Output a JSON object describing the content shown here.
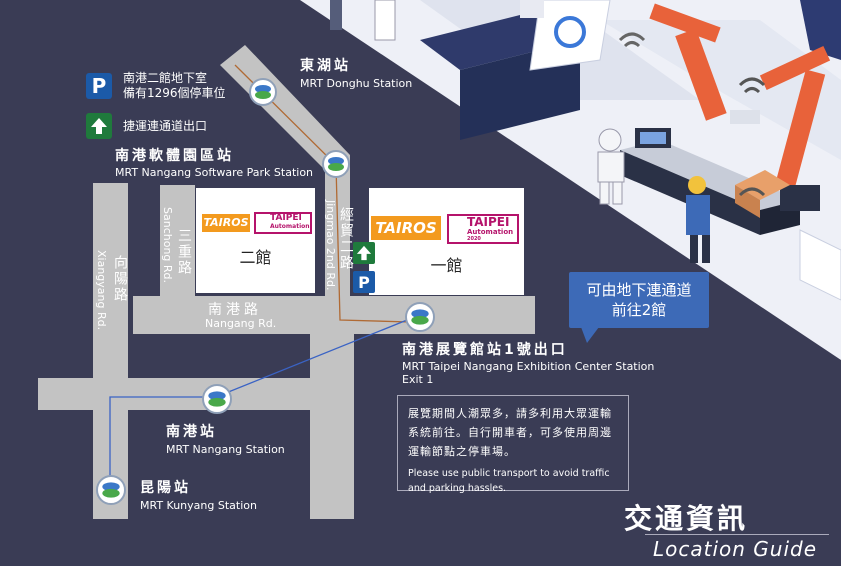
{
  "legend": {
    "parking_icon": "P",
    "parking_line1": "南港二館地下室",
    "parking_line2": "備有1296個停車位",
    "exit_icon": "arrow-up-icon",
    "exit_label": "捷運連通道出口"
  },
  "stations": {
    "donghu": {
      "zh": "東湖站",
      "en": "MRT Donghu Station"
    },
    "software_park": {
      "zh": "南港軟體園區站",
      "en": "MRT Nangang Software Park Station"
    },
    "exhibition": {
      "zh": "南港展覽館站1號出口",
      "en_line1": "MRT Taipei Nangang Exhibition Center Station",
      "en_line2": "Exit 1"
    },
    "nangang": {
      "zh": "南港站",
      "en": "MRT Nangang Station"
    },
    "kunyang": {
      "zh": "昆陽站",
      "en": "MRT Kunyang Station"
    }
  },
  "roads": {
    "sanchong_zh": "三重路",
    "sanchong_en": "Sanchong Rd.",
    "xiangyang_zh": "向陽路",
    "xiangyang_en": "Xiangyang Rd.",
    "jingmao_zh": "經貿二路",
    "jingmao_en": "Jingmao 2nd Rd.",
    "nangang_zh": "南港路",
    "nangang_en": "Nangang Rd."
  },
  "halls": {
    "hall2": "二館",
    "hall1": "一館",
    "logo_tairos": "TAIROS",
    "logo_taipei": "TAIPEI",
    "logo_automation": "Automation",
    "logo_year": "2020"
  },
  "signs": {
    "exit": "↑",
    "parking": "P"
  },
  "callout": {
    "line1": "可由地下連通道",
    "line2": "前往2館"
  },
  "notice": {
    "zh": "展覽期間人潮眾多，請多利用大眾運輸系統前往。自行開車者，可多使用周邊運輸節點之停車場。",
    "en": "Please use public transport to avoid traffic and parking hassles."
  },
  "title": {
    "zh": "交通資訊",
    "en": "Location Guide"
  },
  "colors": {
    "background": "#3a3c55",
    "road": "#c3c3c3",
    "route_brown": "#b06a34",
    "route_blue": "#3a63c4",
    "callout": "#3d6ab7",
    "parking_blue": "#1b5aa8",
    "exit_green": "#1f7a3c",
    "tairos_orange": "#f39a1e",
    "automation_magenta": "#b5136b"
  }
}
